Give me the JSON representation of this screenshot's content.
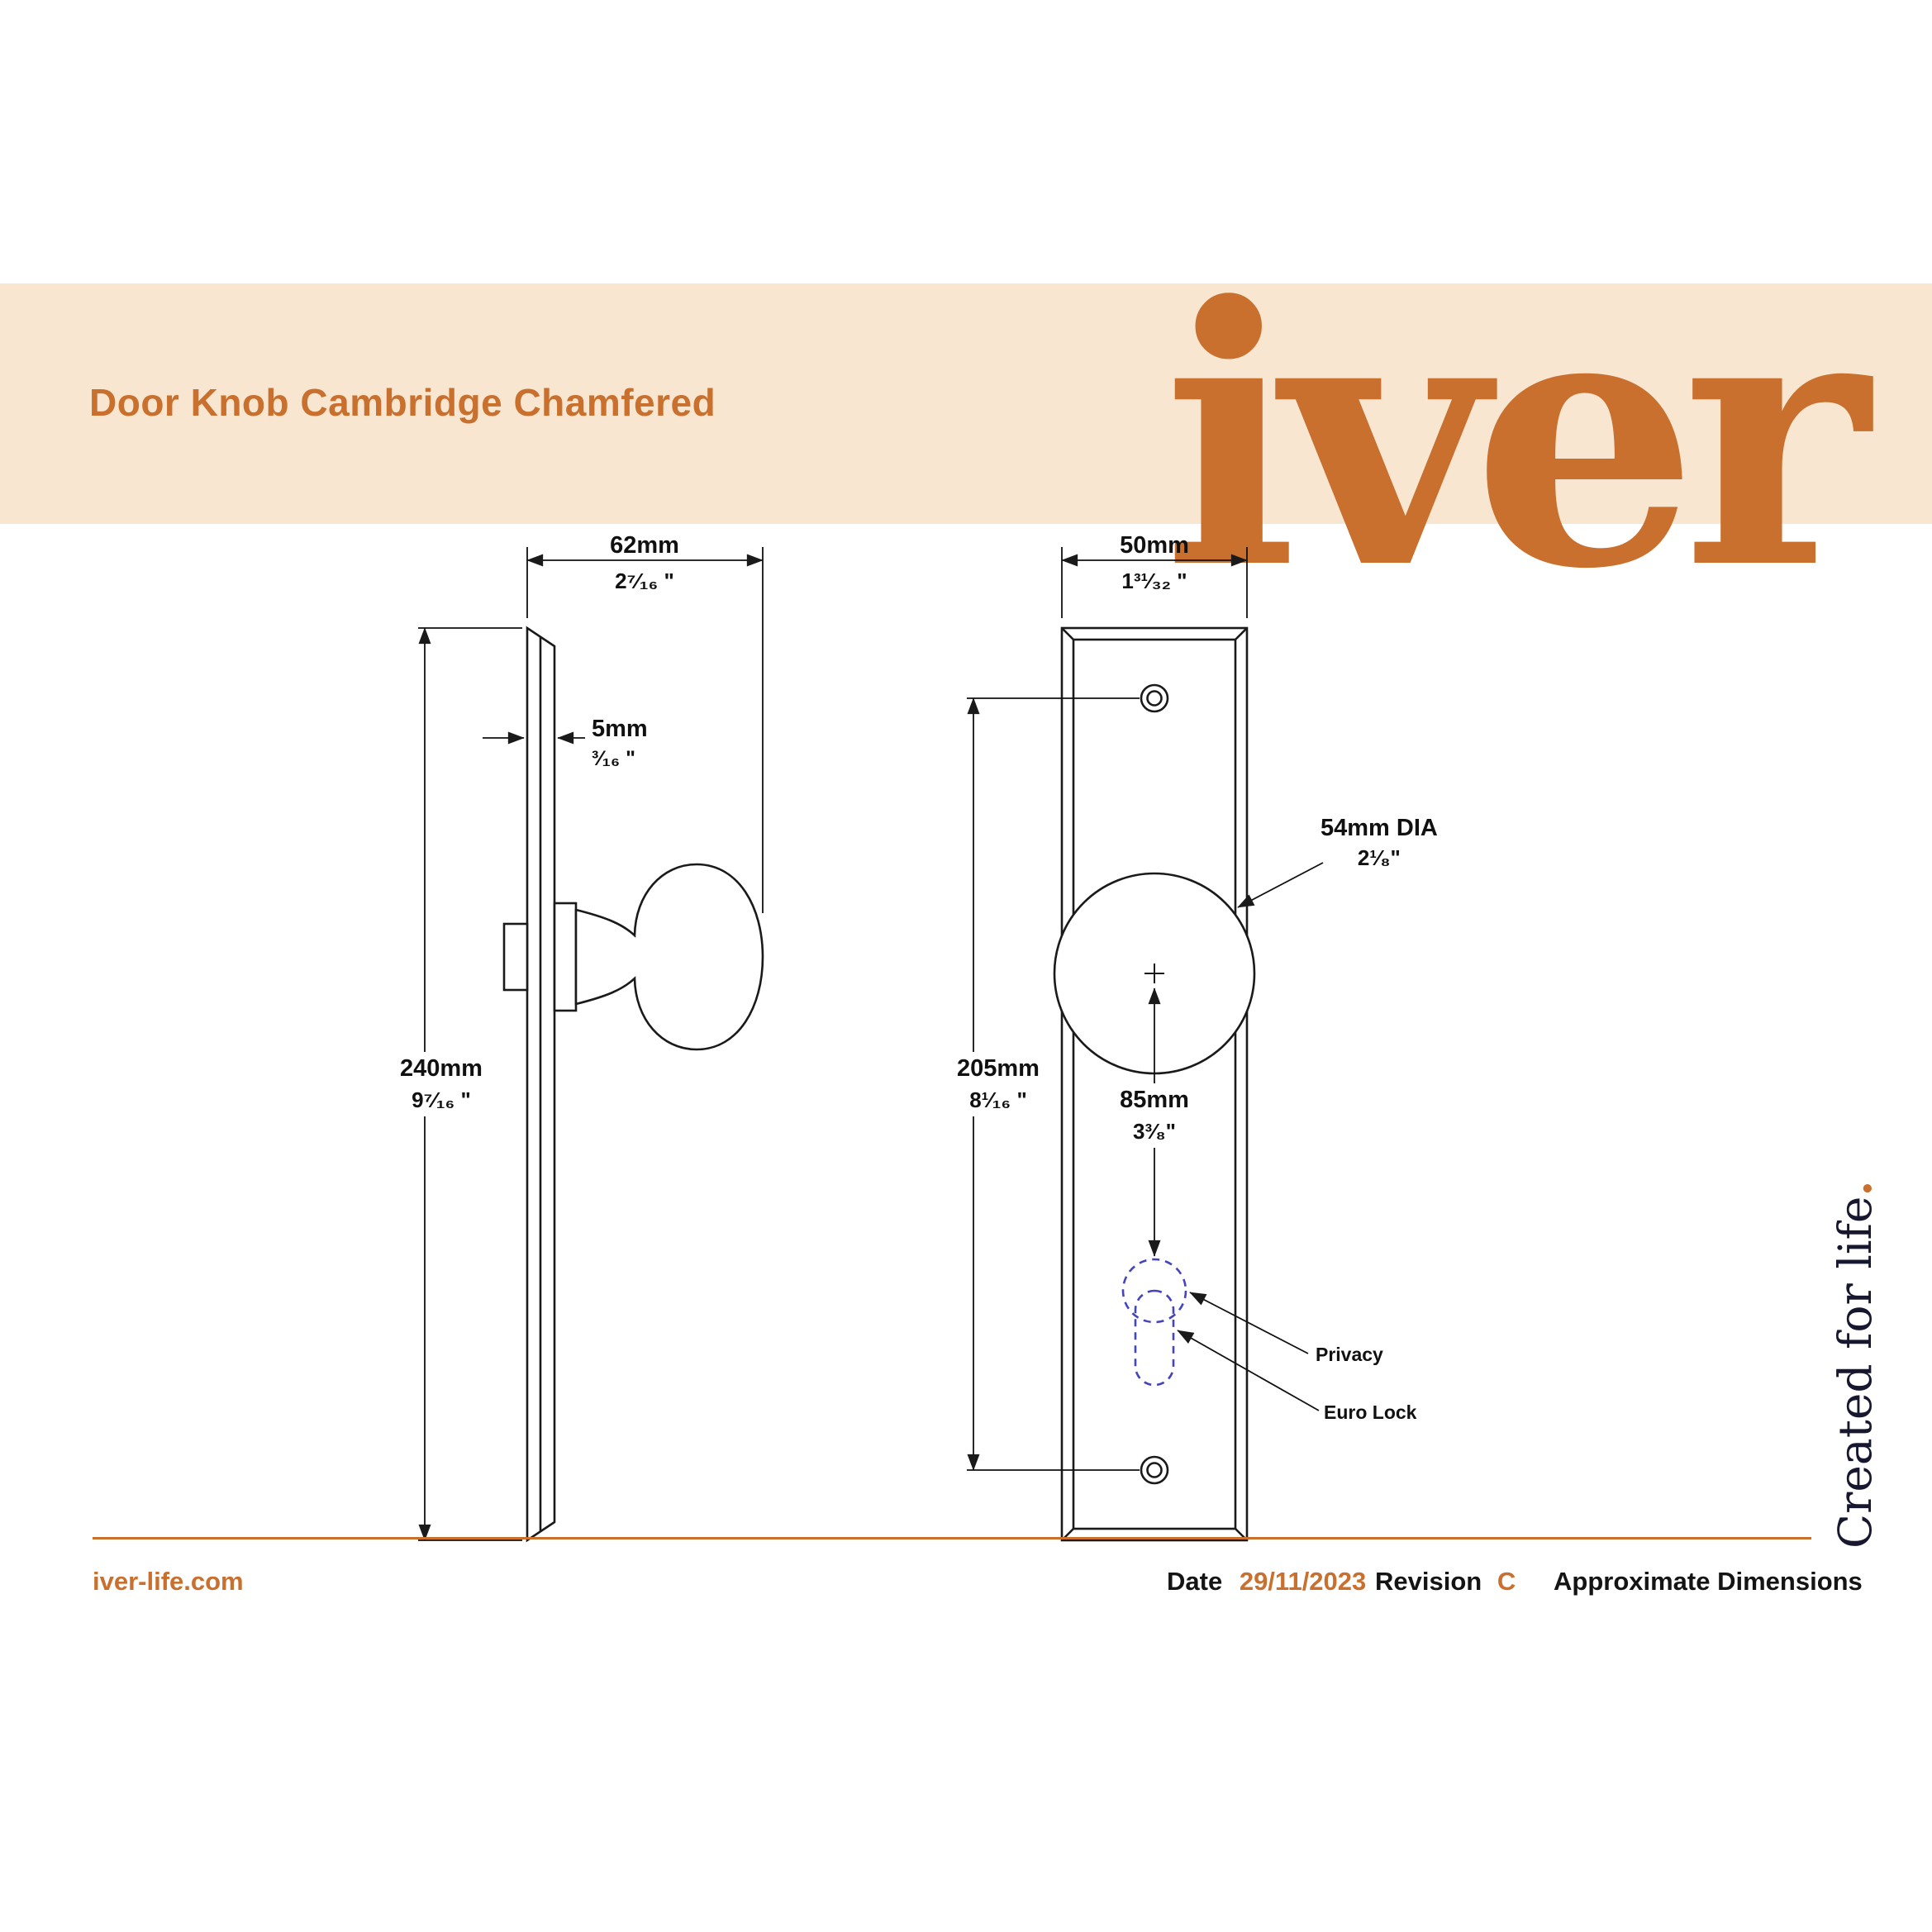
{
  "header": {
    "title": "Door Knob Cambridge Chamfered",
    "logo": "iver"
  },
  "tagline": {
    "text": "Created for life",
    "period": "."
  },
  "side_view": {
    "projection_mm": "62mm",
    "projection_in": "2⁷⁄₁₆ \"",
    "thickness_mm": "5mm",
    "thickness_in": "³⁄₁₆ \"",
    "height_mm": "240mm",
    "height_in": "9⁷⁄₁₆ \""
  },
  "front_view": {
    "width_mm": "50mm",
    "width_in": "1³¹⁄₃₂ \"",
    "centres_mm": "205mm",
    "centres_in": "8¹⁄₁₆ \"",
    "knob_mm": "54mm DIA",
    "knob_in": "2¹⁄₈\"",
    "lock_mm": "85mm",
    "lock_in": "3³⁄₈\"",
    "privacy": "Privacy",
    "euro_lock": "Euro Lock"
  },
  "footer": {
    "website": "iver-life.com",
    "date_label": "Date",
    "date_value": "29/11/2023",
    "revision_label": "Revision",
    "revision_value": "C",
    "note": "Approximate Dimensions"
  },
  "colors": {
    "accent": "#c9702e",
    "banner": "#f8e6d0",
    "line": "#1a1a1a",
    "lock_dashed": "#4545bb"
  }
}
